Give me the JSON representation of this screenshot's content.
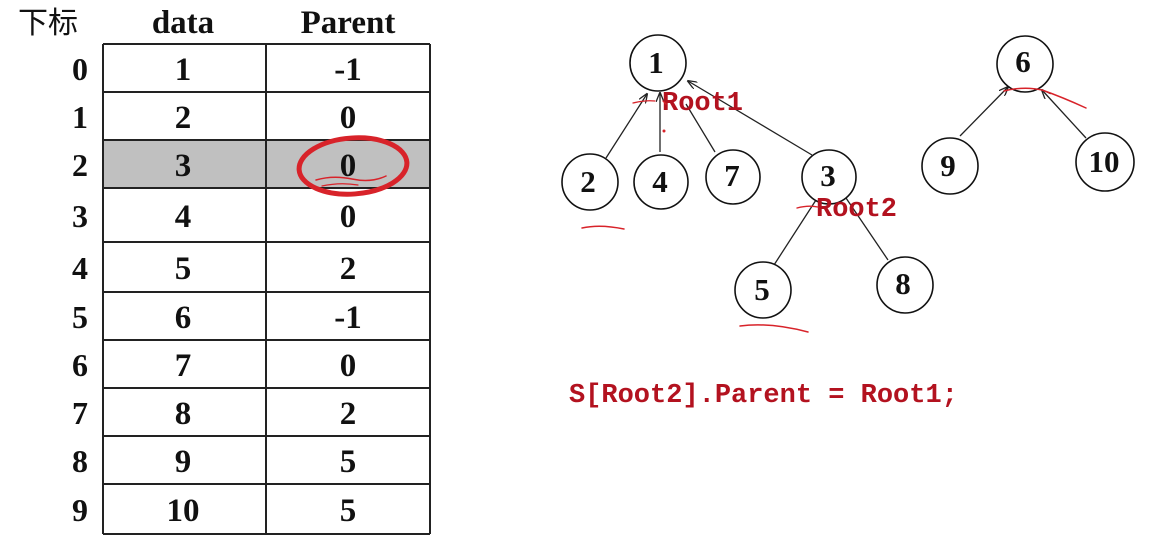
{
  "table": {
    "headers": {
      "index": "下标",
      "data": "data",
      "parent": "Parent"
    },
    "rows": [
      {
        "index": "0",
        "data": "1",
        "parent": "-1"
      },
      {
        "index": "1",
        "data": "2",
        "parent": "0"
      },
      {
        "index": "2",
        "data": "3",
        "parent": "0"
      },
      {
        "index": "3",
        "data": "4",
        "parent": "0"
      },
      {
        "index": "4",
        "data": "5",
        "parent": "2"
      },
      {
        "index": "5",
        "data": "6",
        "parent": "-1"
      },
      {
        "index": "6",
        "data": "7",
        "parent": "0"
      },
      {
        "index": "7",
        "data": "8",
        "parent": "2"
      },
      {
        "index": "8",
        "data": "9",
        "parent": "5"
      },
      {
        "index": "9",
        "data": "10",
        "parent": "5"
      }
    ],
    "highlighted_row_index": 2,
    "highlight_color": "#c0c0c0"
  },
  "tree": {
    "nodes": [
      "1",
      "2",
      "4",
      "7",
      "3",
      "5",
      "8",
      "6",
      "9",
      "10"
    ],
    "root1_label": "Root1",
    "root2_label": "Root2"
  },
  "code": {
    "statement": "S[Root2].Parent = Root1;"
  },
  "colors": {
    "annotation_red": "#b3121f",
    "ink_red": "#d8232a"
  }
}
